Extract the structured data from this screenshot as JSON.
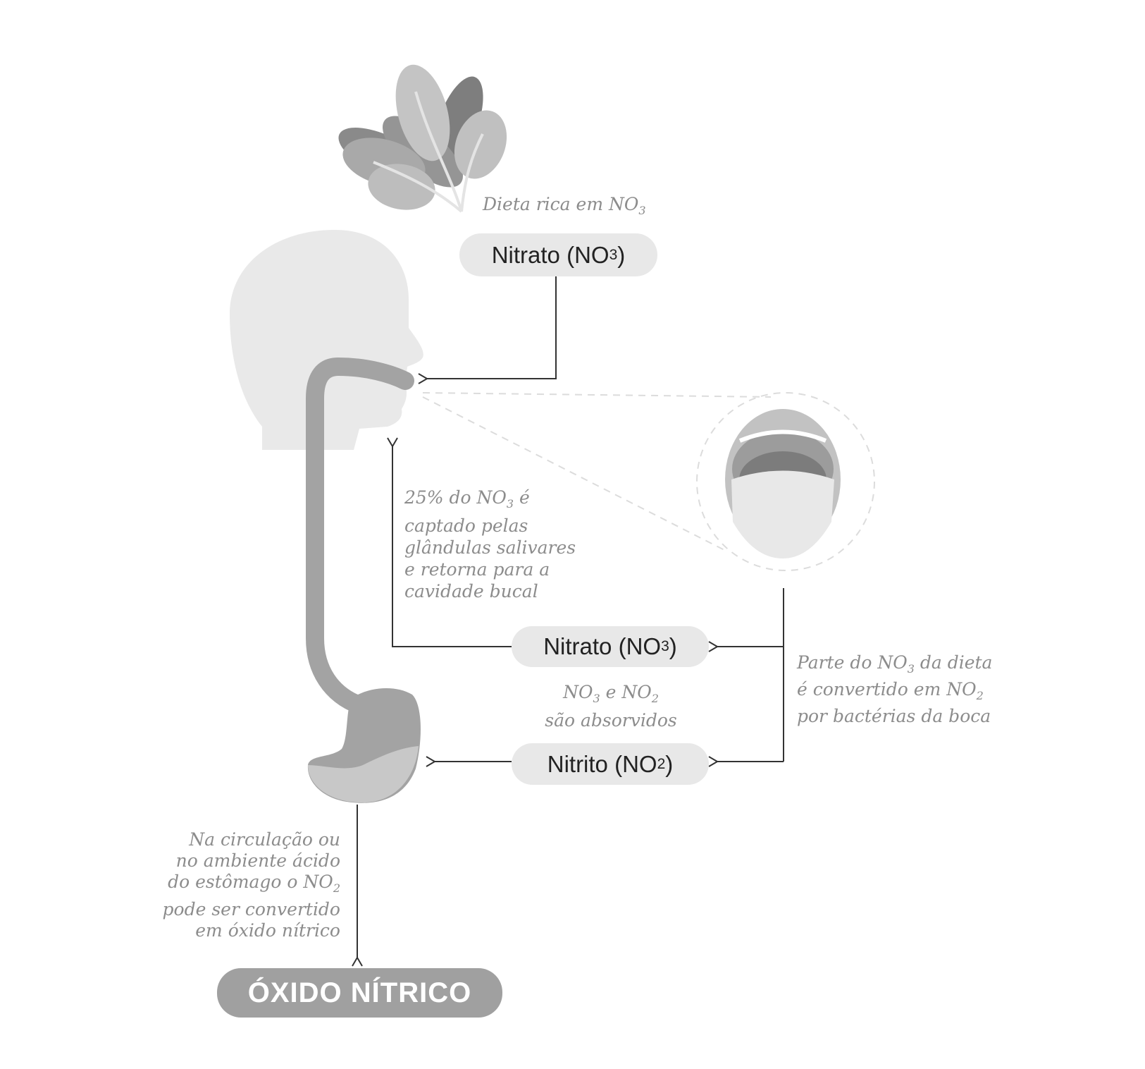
{
  "diet_label": {
    "text": "Dieta rica em NO",
    "sub": "3"
  },
  "top_pill": {
    "text": "Nitrato (NO",
    "sub": "3",
    "close": ")"
  },
  "nitrate_pill": {
    "text": "Nitrato (NO",
    "sub": "3",
    "close": ")"
  },
  "nitrite_pill": {
    "text": "Nitrito (NO",
    "sub": "2",
    "close": ")"
  },
  "saliva_note": {
    "line1_a": "25% do NO",
    "line1_sub": "3",
    "line1_b": " é",
    "line2": "captado pelas",
    "line3": "glândulas salivares",
    "line4": "e retorna para a",
    "line5": "cavidade bucal"
  },
  "absorbed_note": {
    "a": "NO",
    "a_sub": "3",
    "mid": " e NO",
    "b_sub": "2",
    "line2": "são absorvidos"
  },
  "bacteria_note": {
    "line1_a": "Parte do NO",
    "line1_sub": "3",
    "line1_b": " da dieta",
    "line2_a": "é convertido em NO",
    "line2_sub": "2",
    "line3": "por bactérias da boca"
  },
  "stomach_note": {
    "line1": "Na circulação ou",
    "line2": "no ambiente ácido",
    "line3_a": "do estômago o NO",
    "line3_sub": "2",
    "line4": "pode ser convertido",
    "line5": "em óxido nítrico"
  },
  "final_label": "ÓXIDO NÍTRICO",
  "colors": {
    "pill": "#e8e8e8",
    "final": "#a0a0a0",
    "note": "#8c8c8c",
    "arrow": "#333333"
  }
}
